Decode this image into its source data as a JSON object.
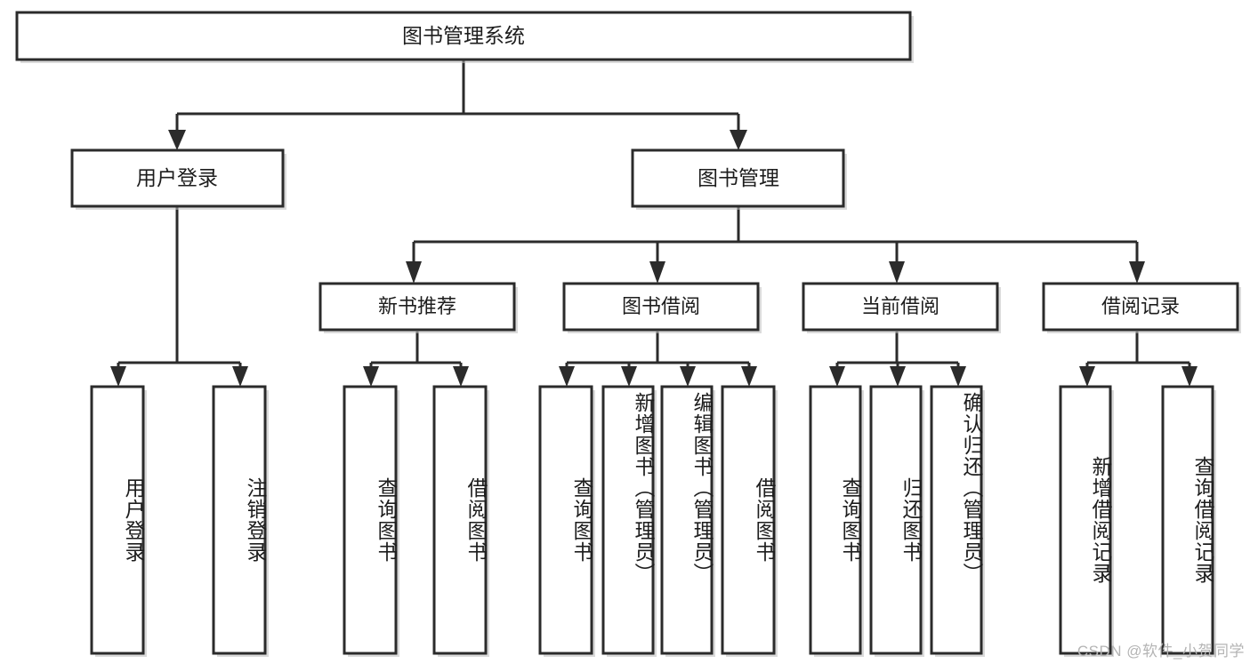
{
  "diagram": {
    "type": "tree",
    "title": "图书管理系统",
    "orientation": "top-down",
    "root": {
      "id": "root",
      "label": "图书管理系统"
    },
    "level2": [
      {
        "id": "user-login",
        "label": "用户登录"
      },
      {
        "id": "book-manage",
        "label": "图书管理"
      }
    ],
    "level3": [
      {
        "id": "new-book-rec",
        "label": "新书推荐",
        "parent": "book-manage"
      },
      {
        "id": "book-borrow",
        "label": "图书借阅",
        "parent": "book-manage"
      },
      {
        "id": "current-borrow",
        "label": "当前借阅",
        "parent": "book-manage"
      },
      {
        "id": "borrow-record",
        "label": "借阅记录",
        "parent": "book-manage"
      }
    ],
    "leaves": [
      {
        "id": "leaf-user-login",
        "label": "用户登录",
        "parent": "user-login"
      },
      {
        "id": "leaf-user-logout",
        "label": "注销登录",
        "parent": "user-login"
      },
      {
        "id": "leaf-rec-query",
        "label": "查询图书",
        "parent": "new-book-rec"
      },
      {
        "id": "leaf-rec-borrow",
        "label": "借阅图书",
        "parent": "new-book-rec"
      },
      {
        "id": "leaf-borrow-query",
        "label": "查询图书",
        "parent": "book-borrow"
      },
      {
        "id": "leaf-borrow-add",
        "label": "新增图书（管理员）",
        "parent": "book-borrow"
      },
      {
        "id": "leaf-borrow-edit",
        "label": "编辑图书（管理员）",
        "parent": "book-borrow"
      },
      {
        "id": "leaf-borrow-do",
        "label": "借阅图书",
        "parent": "book-borrow"
      },
      {
        "id": "leaf-current-query",
        "label": "查询图书",
        "parent": "current-borrow"
      },
      {
        "id": "leaf-current-return",
        "label": "归还图书",
        "parent": "current-borrow"
      },
      {
        "id": "leaf-current-confirm",
        "label": "确认归还（管理员）",
        "parent": "current-borrow"
      },
      {
        "id": "leaf-record-add",
        "label": "新增借阅记录",
        "parent": "borrow-record"
      },
      {
        "id": "leaf-record-query",
        "label": "查询借阅记录",
        "parent": "borrow-record"
      }
    ],
    "colors": {
      "box_fill": "#ffffff",
      "box_stroke": "#2b2b2b",
      "text": "#1d1d1d",
      "background": "#ffffff",
      "watermark": "#b4b4b4"
    }
  },
  "watermark": {
    "text": "CSDN @软件_小贺同学"
  }
}
